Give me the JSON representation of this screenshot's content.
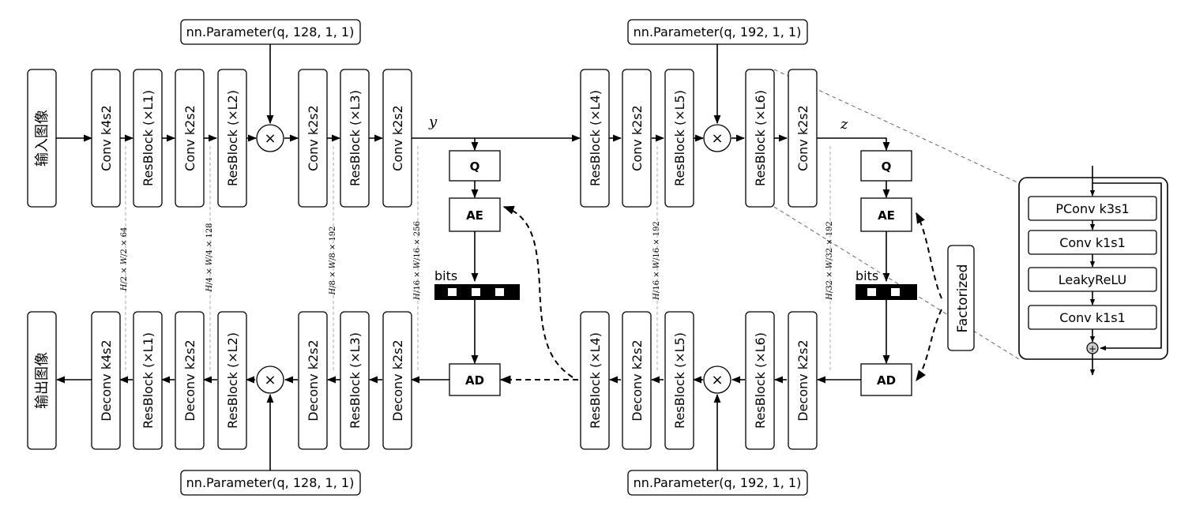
{
  "encoder_main": [
    {
      "id": "input",
      "label": "输入图像"
    },
    {
      "id": "conv1",
      "label": "Conv k4s2"
    },
    {
      "id": "res1",
      "label": "ResBlock (×L1)"
    },
    {
      "id": "conv2",
      "label": "Conv k2s2"
    },
    {
      "id": "res2",
      "label": "ResBlock (×L2)"
    },
    {
      "id": "conv3",
      "label": "Conv k2s2"
    },
    {
      "id": "res3",
      "label": "ResBlock (×L3)"
    },
    {
      "id": "conv4",
      "label": "Conv k2s2"
    }
  ],
  "decoder_main": [
    {
      "id": "output",
      "label": "输出图像"
    },
    {
      "id": "deconv1",
      "label": "Deconv k4s2"
    },
    {
      "id": "dres1",
      "label": "ResBlock (×L1)"
    },
    {
      "id": "deconv2",
      "label": "Deconv k2s2"
    },
    {
      "id": "dres2",
      "label": "ResBlock (×L2)"
    },
    {
      "id": "deconv3",
      "label": "Deconv k2s2"
    },
    {
      "id": "dres3",
      "label": "ResBlock (×L3)"
    },
    {
      "id": "deconv4",
      "label": "Deconv k2s2"
    }
  ],
  "encoder_hyper": [
    {
      "id": "res4",
      "label": "ResBlock (×L4)"
    },
    {
      "id": "conv5",
      "label": "Conv k2s2"
    },
    {
      "id": "res5",
      "label": "ResBlock (×L5)"
    },
    {
      "id": "res6",
      "label": "ResBlock (×L6)"
    },
    {
      "id": "conv6",
      "label": "Conv k2s2"
    }
  ],
  "decoder_hyper": [
    {
      "id": "hres4",
      "label": "ResBlock (×L4)"
    },
    {
      "id": "hdeconv5",
      "label": "Deconv k2s2"
    },
    {
      "id": "hres5",
      "label": "ResBlock (×L5)"
    },
    {
      "id": "hres6",
      "label": "ResBlock (×L6)"
    },
    {
      "id": "hdeconv6",
      "label": "Deconv k2s2"
    }
  ],
  "params": {
    "top_main": "nn.Parameter(q, 128, 1, 1)",
    "top_hyper": "nn.Parameter(q, 192, 1, 1)",
    "bottom_main": "nn.Parameter(q, 128, 1, 1)",
    "bottom_hyper": "nn.Parameter(q, 192, 1, 1)"
  },
  "multiply_symbol": "×",
  "coding": {
    "quantize": "Q",
    "encode": "AE",
    "decode": "AD",
    "bits": "bits",
    "entropy_model": "Factorized"
  },
  "latents": {
    "y": "y",
    "z": "z"
  },
  "dimensions": [
    {
      "frac_h": "H",
      "den_h": "2",
      "frac_w": "W",
      "den_w": "2",
      "channels": "64"
    },
    {
      "frac_h": "H",
      "den_h": "4",
      "frac_w": "W",
      "den_w": "4",
      "channels": "128"
    },
    {
      "frac_h": "H",
      "den_h": "8",
      "frac_w": "W",
      "den_w": "8",
      "channels": "192"
    },
    {
      "frac_h": "H",
      "den_h": "16",
      "frac_w": "W",
      "den_w": "16",
      "channels": "256"
    },
    {
      "frac_h": "H",
      "den_h": "16",
      "frac_w": "W",
      "den_w": "16",
      "channels": "192"
    },
    {
      "frac_h": "H",
      "den_h": "32",
      "frac_w": "W",
      "den_w": "32",
      "channels": "192"
    }
  ],
  "resblock_detail": [
    {
      "id": "pconv",
      "label": "PConv k3s1"
    },
    {
      "id": "conv_a",
      "label": "Conv k1s1"
    },
    {
      "id": "leaky",
      "label": "LeakyReLU"
    },
    {
      "id": "conv_b",
      "label": "Conv k1s1"
    }
  ],
  "add_symbol": "+"
}
